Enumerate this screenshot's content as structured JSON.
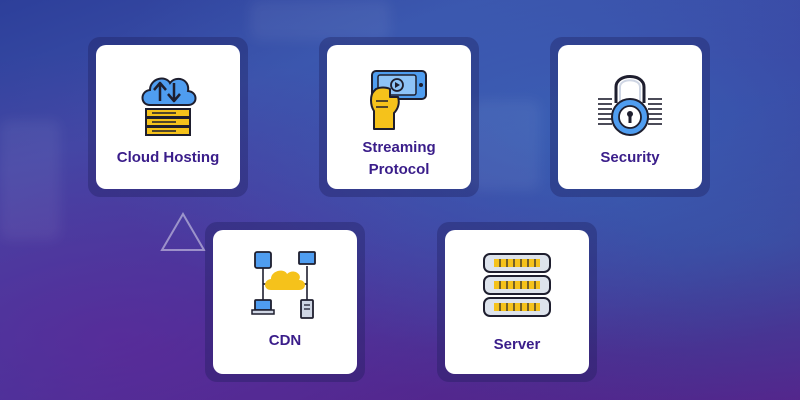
{
  "cards": [
    {
      "id": "cloud-hosting",
      "label": "Cloud Hosting",
      "icon": "cloud-hosting-icon"
    },
    {
      "id": "streaming-protocol",
      "label_line1": "Streaming",
      "label_line2": "Protocol",
      "icon": "streaming-phone-icon"
    },
    {
      "id": "security",
      "label": "Security",
      "icon": "padlock-icon"
    },
    {
      "id": "cdn",
      "label": "CDN",
      "icon": "cdn-network-icon"
    },
    {
      "id": "server",
      "label": "Server",
      "icon": "server-stack-icon"
    }
  ],
  "colors": {
    "text": "#3a1d8a",
    "icon_blue": "#4f9df0",
    "icon_yellow": "#f5c21b",
    "icon_outline": "#1e1e2e",
    "card_bg": "#ffffff"
  }
}
